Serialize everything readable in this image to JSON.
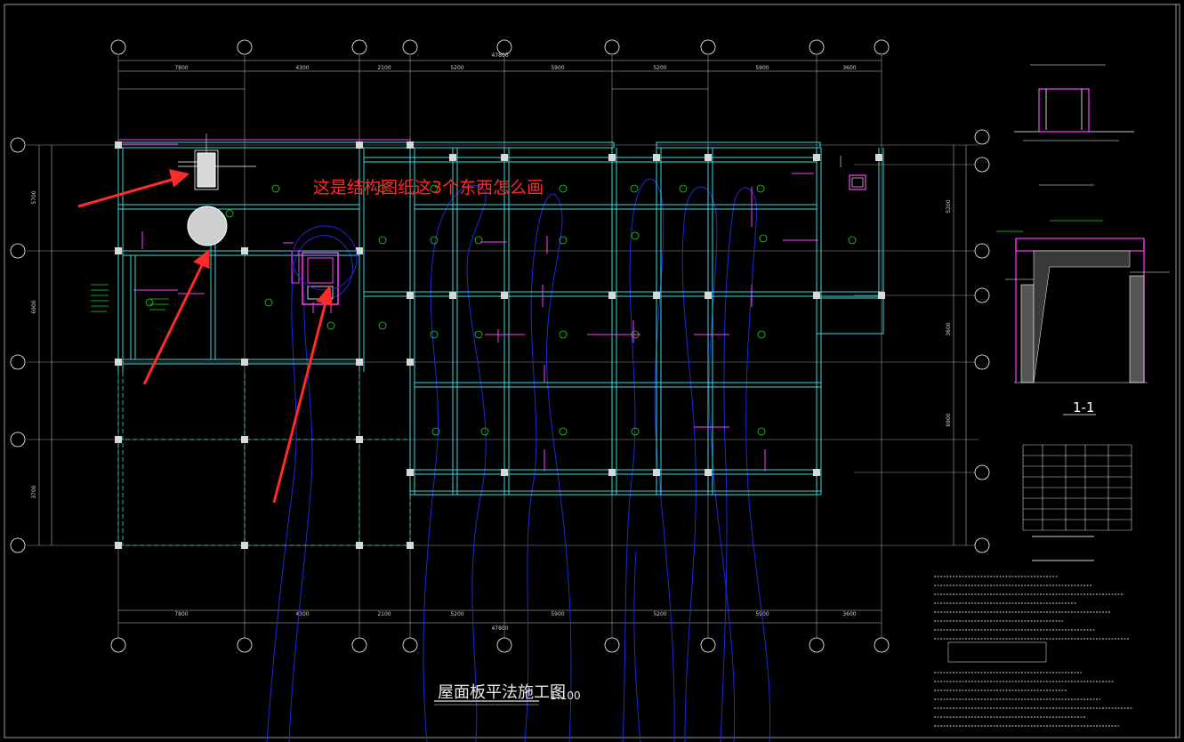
{
  "annotation": {
    "text": "这是结构图纸这3个东西怎么画",
    "color": "#ff2a2a"
  },
  "drawing": {
    "title": "屋面板平法施工图",
    "scale": "1:100",
    "section_label": "1-1",
    "colors": {
      "background": "#000000",
      "grid_line": "#ffffff",
      "beam": "#3fd6d6",
      "contour": "#1f2bd8",
      "slab_mark": "#1cd41c",
      "highlight": "#ff3cff",
      "text": "#e8e8e8",
      "arrow": "#ff2a2a"
    },
    "top_dims": [
      "7800",
      "4300",
      "2100",
      "5200",
      "5900",
      "5200",
      "5900",
      "3600"
    ],
    "total_dim": "47800",
    "left_dims": [
      "5700",
      "6900",
      "3700"
    ],
    "right_dims": [
      "5200",
      "3600",
      "6900"
    ]
  }
}
